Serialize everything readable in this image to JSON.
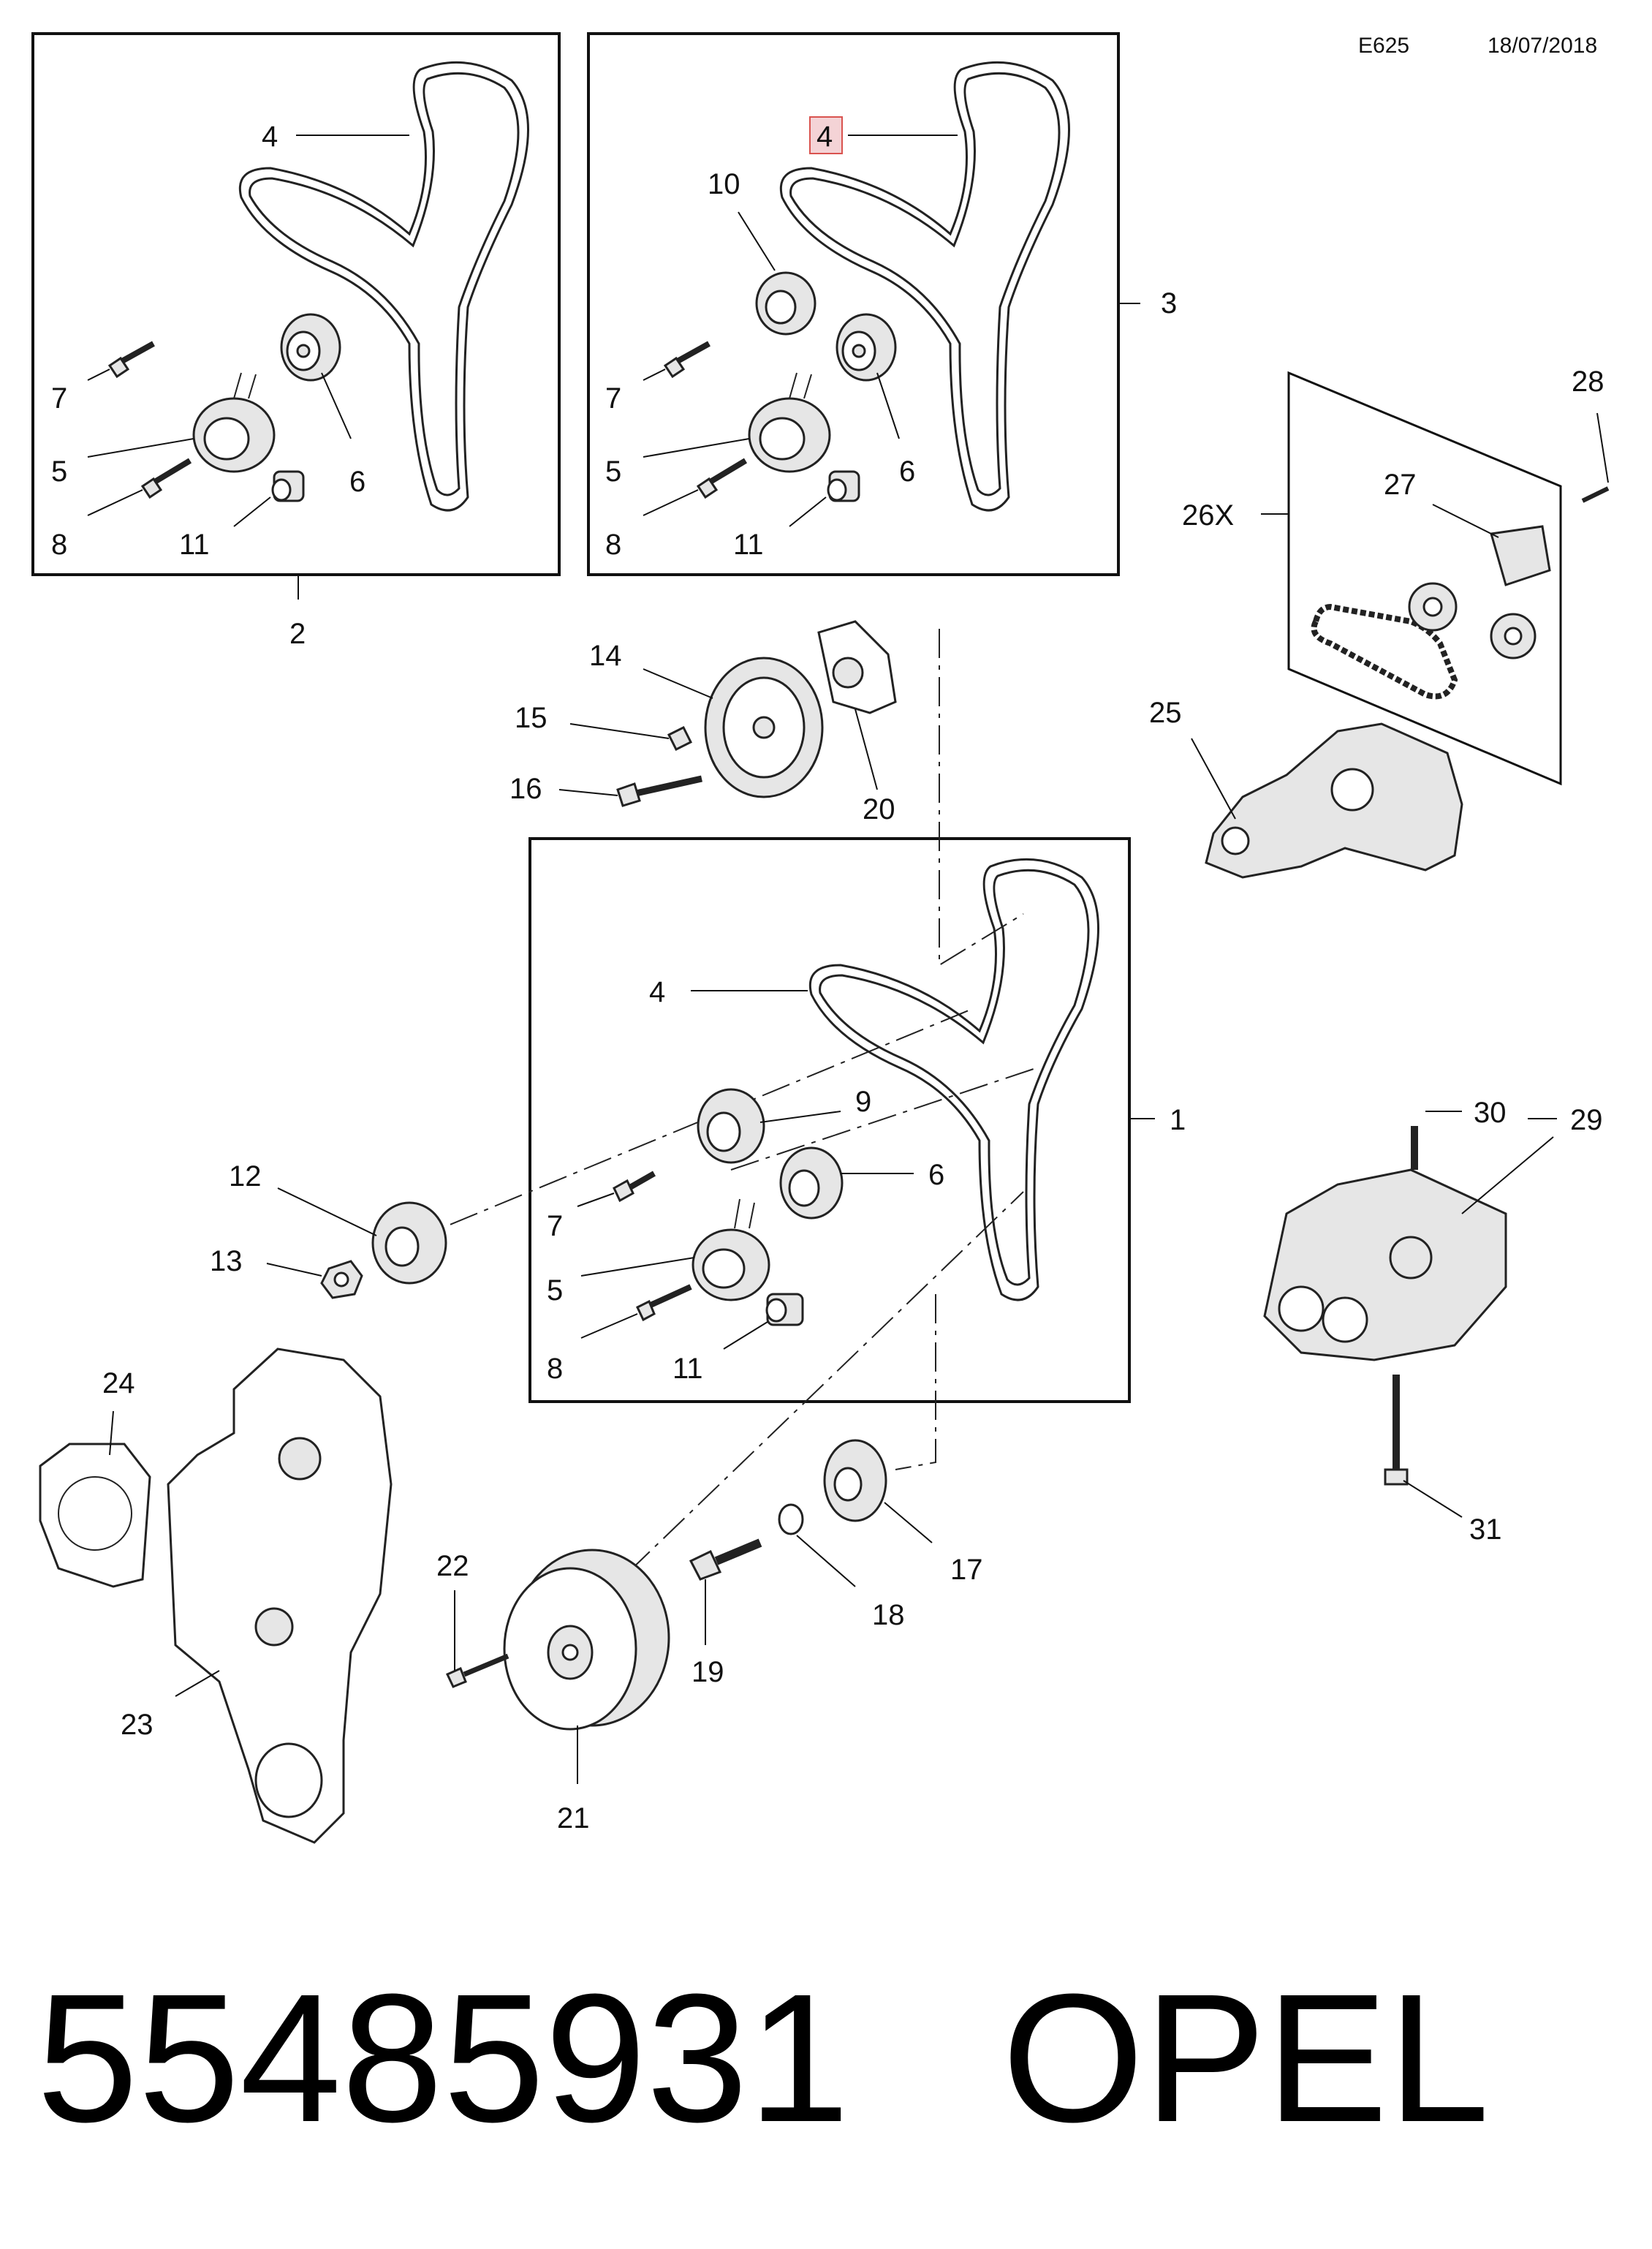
{
  "header": {
    "code": "E625",
    "date": "18/07/2018"
  },
  "callouts": {
    "c1": "1",
    "c2": "2",
    "c3": "3",
    "c4a": "4",
    "c4b": "4",
    "c4c": "4",
    "c5a": "5",
    "c5b": "5",
    "c5c": "5",
    "c6a": "6",
    "c6b": "6",
    "c6c": "6",
    "c7a": "7",
    "c7b": "7",
    "c7c": "7",
    "c8a": "8",
    "c8b": "8",
    "c8c": "8",
    "c9": "9",
    "c10": "10",
    "c11a": "11",
    "c11b": "11",
    "c11c": "11",
    "c12": "12",
    "c13": "13",
    "c14": "14",
    "c15": "15",
    "c16": "16",
    "c17": "17",
    "c18": "18",
    "c19": "19",
    "c20": "20",
    "c21": "21",
    "c22": "22",
    "c23": "23",
    "c24": "24",
    "c25": "25",
    "c26x": "26X",
    "c27": "27",
    "c28": "28",
    "c29": "29",
    "c30": "30",
    "c31": "31"
  },
  "highlighted_callout": "4",
  "highlight_color": "#f4d3d6",
  "footer": {
    "part_number": "55485931",
    "brand": "OPEL"
  }
}
